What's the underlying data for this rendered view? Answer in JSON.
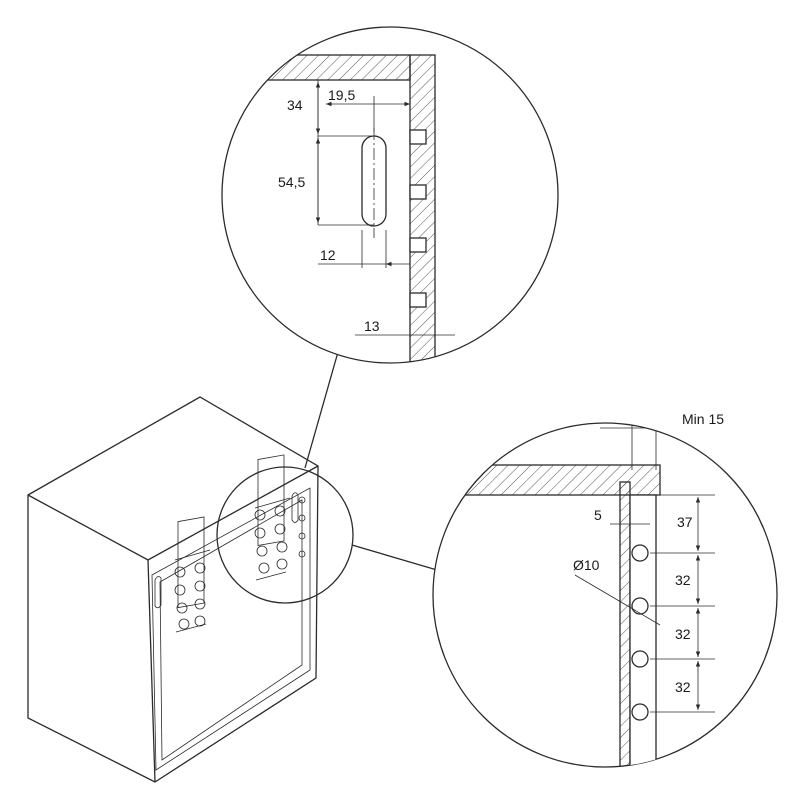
{
  "detail_top": {
    "dim_offset_top": "34",
    "dim_slot_from_edge": "19,5",
    "dim_slot_length": "54,5",
    "dim_slot_width": "12",
    "dim_panel_thickness": "13"
  },
  "detail_right": {
    "dim_min_overlap": "Min 15",
    "dim_inset": "5",
    "dim_first_hole": "37",
    "dim_hole_diameter": "Ø10",
    "dim_pitch_1": "32",
    "dim_pitch_2": "32",
    "dim_pitch_3": "32"
  },
  "colors": {
    "line": "#2b2b2b",
    "background": "#ffffff"
  }
}
